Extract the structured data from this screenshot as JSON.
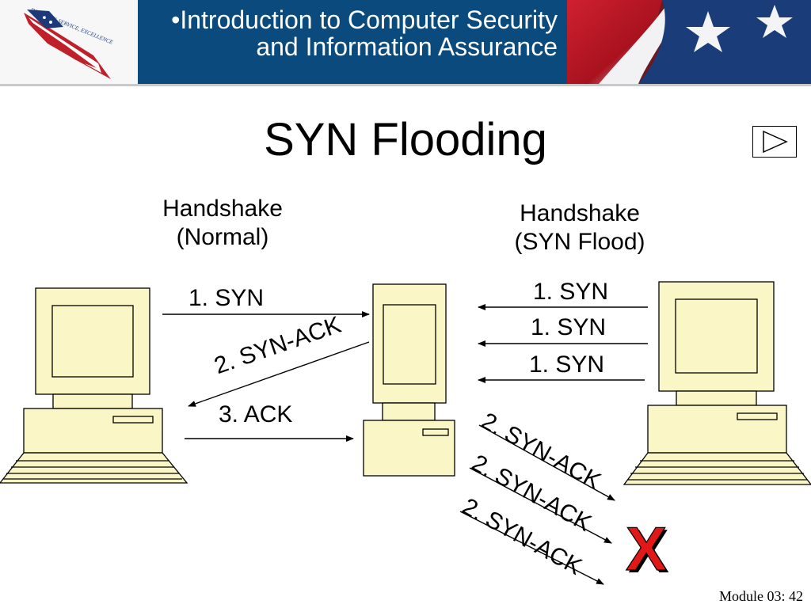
{
  "header": {
    "logo_text": "INTEGRITY, SERVICE, EXCELLENCE",
    "title_line1": "•Introduction to Computer Security",
    "title_line2": "and Information Assurance"
  },
  "slide": {
    "title": "SYN Flooding",
    "footer": "Module 03: 42"
  },
  "diagram": {
    "normal": {
      "caption_line1": "Handshake",
      "caption_line2": "(Normal)",
      "msg_syn": "1. SYN",
      "msg_synack": "2. SYN-ACK",
      "msg_ack": "3. ACK"
    },
    "flood": {
      "caption_line1": "Handshake",
      "caption_line2": "(SYN Flood)",
      "syns": [
        "1. SYN",
        "1. SYN",
        "1. SYN"
      ],
      "synacks": [
        "2. SYN-ACK",
        "2. SYN-ACK",
        "2. SYN-ACK"
      ],
      "fail_mark": "X"
    }
  },
  "icons": {
    "next": "play-triangle-icon",
    "computer": "desktop-computer-icon",
    "server": "tower-computer-icon"
  },
  "colors": {
    "header_band": "#0b4a7c",
    "machine_fill": "#fbf6c6",
    "fail_red": "#e01818"
  }
}
